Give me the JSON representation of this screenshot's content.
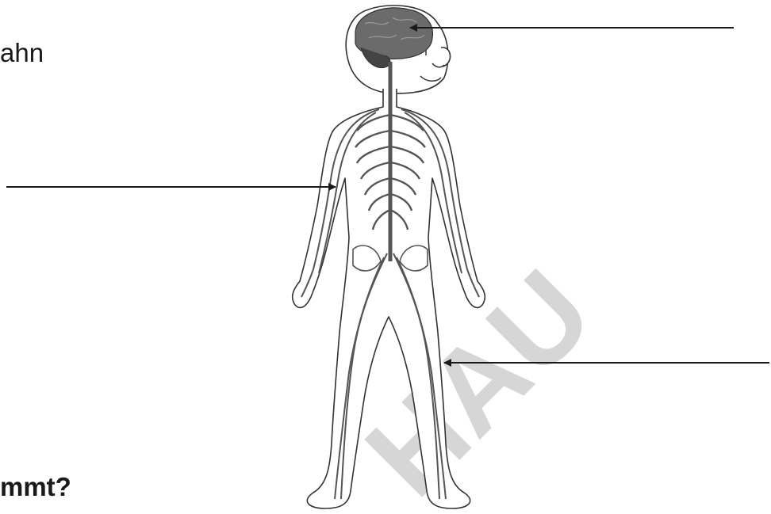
{
  "fragments": {
    "top_left": "ahn",
    "bottom_left": "mmt?"
  },
  "watermark": "HAU",
  "colors": {
    "line": "#1a1a1a",
    "nerve": "#555555",
    "brain": "#6b6b6b",
    "watermark": "#cfcfcf"
  }
}
